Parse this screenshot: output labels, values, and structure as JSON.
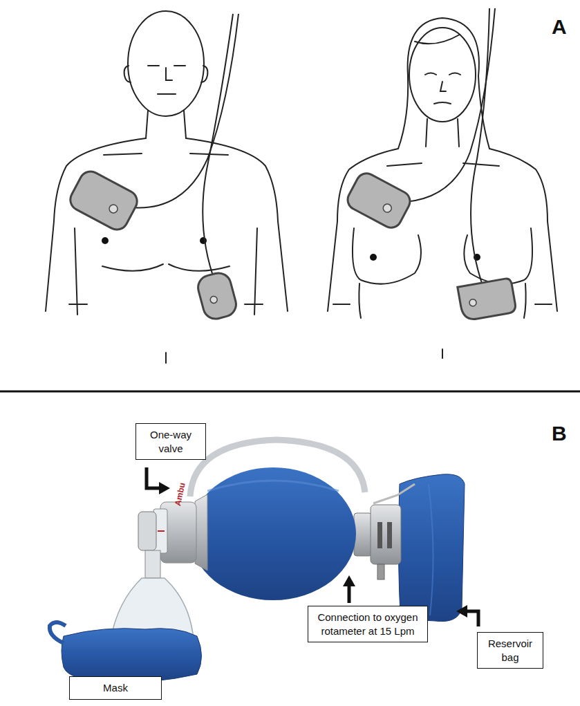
{
  "diagram": {
    "nodes": [
      {
        "text": [
          "One-way valve"
        ]
      },
      {
        "text": [
          "Connection to oxygen rotameter at 15 Lpm"
        ]
      },
      {
        "text": [
          "Reservoir bag"
        ]
      },
      {
        "text": [
          "Mask"
        ]
      }
    ],
    "labels": [
      "A",
      "B",
      "Ambu"
    ]
  }
}
